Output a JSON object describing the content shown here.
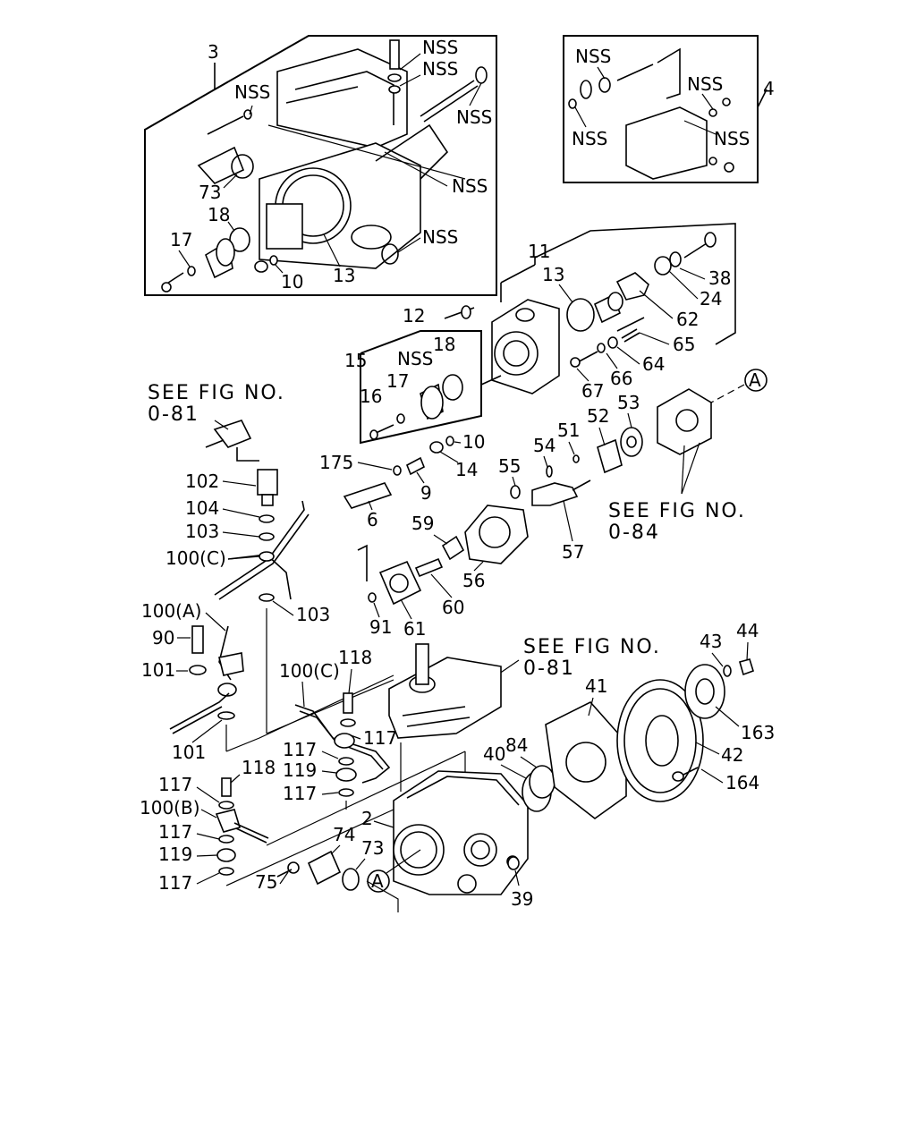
{
  "callouts": {
    "c3": "3",
    "c4": "4",
    "c11": "11",
    "nss1": "NSS",
    "nss2": "NSS",
    "nss3": "NSS",
    "nss4": "NSS",
    "nss5": "NSS",
    "nss6": "NSS",
    "nss7": "NSS",
    "nss8": "NSS",
    "nss9": "NSS",
    "nss10": "NSS",
    "nss11": "NSS",
    "c73a": "73",
    "c18a": "18",
    "c17a": "17",
    "c10a": "10",
    "c13a": "13",
    "c13b": "13",
    "c38": "38",
    "c24": "24",
    "c62": "62",
    "c65": "65",
    "c64": "64",
    "c66": "66",
    "c67": "67",
    "c12": "12",
    "c15": "15",
    "c18b": "18",
    "c17b": "17",
    "c16": "16",
    "c10b": "10",
    "c14": "14",
    "c175": "175",
    "c9": "9",
    "c6": "6",
    "c102": "102",
    "c104": "104",
    "c103a": "103",
    "c100ca": "100(C)",
    "c103b": "103",
    "c55": "55",
    "c54": "54",
    "c51": "51",
    "c52": "52",
    "c53": "53",
    "c59": "59",
    "c56": "56",
    "c57": "57",
    "c60": "60",
    "c91": "91",
    "c61": "61",
    "c100a": "100(A)",
    "c90": "90",
    "c101a": "101",
    "c101b": "101",
    "c100cb": "100(C)",
    "c118a": "118",
    "c117a": "117",
    "c117b": "117",
    "c119a": "119",
    "c117c": "117",
    "c118b": "118",
    "c117d": "117",
    "c100b": "100(B)",
    "c117e": "117",
    "c119b": "119",
    "c117f": "117",
    "c41": "41",
    "c43": "43",
    "c44": "44",
    "c163": "163",
    "c42": "42",
    "c40": "40",
    "c84": "84",
    "c164": "164",
    "c2": "2",
    "c74": "74",
    "c73b": "73",
    "c75": "75",
    "c39": "39",
    "refA1": "A",
    "refA2": "A"
  },
  "references": {
    "see1_line1": "SEE FIG NO.",
    "see1_line2": "0-81",
    "see2_line1": "SEE FIG NO.",
    "see2_line2": "0-84",
    "see3_line1": "SEE FIG NO.",
    "see3_line2": "0-81"
  }
}
